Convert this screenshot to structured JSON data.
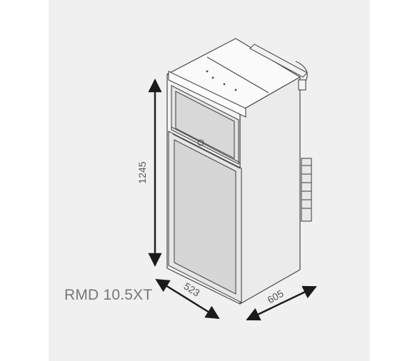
{
  "model": "RMD 10.5XT",
  "dimensions": {
    "height": "1245",
    "width": "523",
    "depth": "605"
  },
  "colors": {
    "panel_background": "#f0f0f0",
    "line": "#4a4a4a",
    "arrow": "#1a1a1a",
    "label_text": "#777777"
  }
}
